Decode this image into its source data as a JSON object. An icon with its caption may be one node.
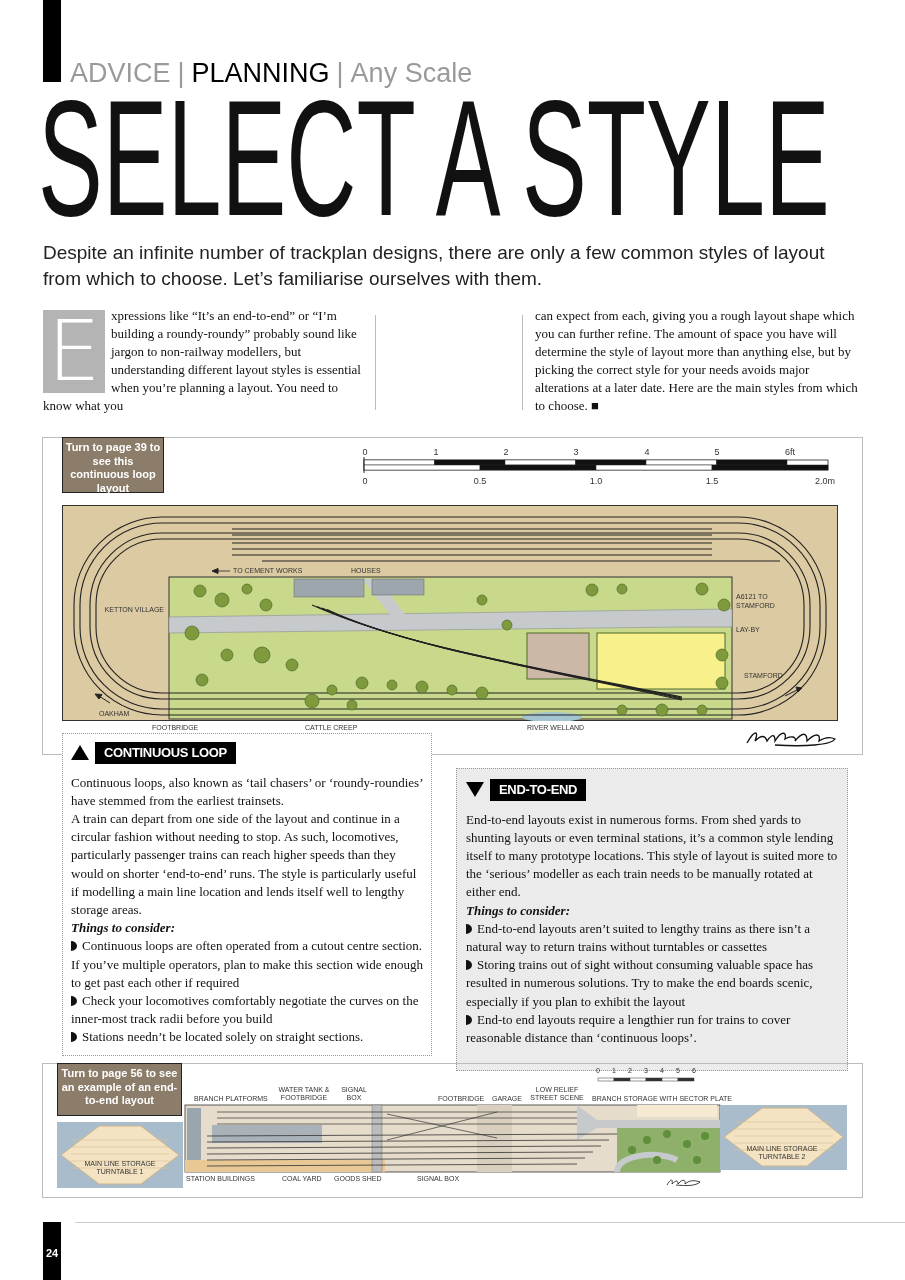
{
  "diagram": {
    "title": "SELECT A STYLE",
    "nodes": [
      {
        "text": [
          "Turn to page 39 to see this continuous loop layout"
        ]
      },
      {
        "text": [
          "CONTINUOUS LOOP",
          "Continuous loops, also known as ‘tail chasers’ or ‘roundy-roundies’ have stemmed from the earliest trainsets.",
          "A train can depart from one side of the layout and continue in a circular fashion without needing to stop. As such, locomotives, particularly passenger trains can reach higher speeds than they would on shorter ‘end-to-end’ runs. The style is particularly useful if modelling a main line location and lends itself well to lengthy storage areas.",
          "Things to consider:",
          "Continuous loops are often operated from a cutout centre section. If you’ve multiple operators, plan to make this section wide enough to get past each other if required",
          "Check your locomotives comfortably negotiate the curves on the inner-most track radii before you build",
          "Stations needn’t be located solely on straight sections."
        ]
      },
      {
        "text": [
          "END-TO-END",
          "End-to-end layouts exist in numerous forms. From shed yards to shunting layouts or even terminal stations, it’s a common style lending itself to many prototype locations. This style of layout is suited more to the ‘serious’ modeller as each train needs to be manually rotated at either end.",
          "Things to consider:",
          "End-to-end layouts aren’t suited to lengthy trains as there isn’t a natural way to return trains without turntables or cassettes",
          "Storing trains out of sight without consuming valuable space has resulted in numerous solutions. Try to make the end boards scenic, especially if you plan to exhibit the layout",
          "End-to end layouts require a lengthier run for trains to cover reasonable distance than ‘continuous loops’."
        ]
      },
      {
        "text": [
          "Turn to page 56 to see an example of an end-to-end layout"
        ]
      }
    ],
    "labels": [
      "ADVICE",
      "|",
      "PLANNING",
      "|",
      "Any Scale",
      "Despite an infinite number of trackplan designs, there are only a few common styles of layout from which to choose. Let’s familiarise ourselves with them.",
      "E",
      "xpressions like “It’s an end-to-end” or “I’m building a roundy-roundy” probably sound like jargon to non-railway modellers, but understanding different layout styles is essential when you’re planning a layout. You need to know what you",
      "can expect from each, giving you a rough layout shape which you can further refine. The amount of space you have will determine the style of layout more than anything else, but by picking the correct style for your needs avoids major alterations at a later date. Here are the main styles from which to choose. ■",
      "0",
      "1",
      "2",
      "3",
      "4",
      "5",
      "6ft",
      "0",
      "0.5",
      "1.0",
      "1.5",
      "2.0m",
      "TO CEMENT WORKS",
      "HOUSES",
      "KETTON VILLAGE",
      "A6121 TO STAMFORD",
      "LAY-BY",
      "STAMFORD",
      "OAKHAM",
      "FOOTBRIDGE",
      "CATTLE CREEP",
      "RIVER WELLAND",
      "0",
      "1",
      "2",
      "3",
      "4",
      "5",
      "6",
      "BRANCH PLATFORMS",
      "WATER TANK & FOOTBRIDGE",
      "SIGNAL BOX",
      "FOOTBRIDGE",
      "GARAGE",
      "LOW RELIEF STREET SCENE",
      "BRANCH STORAGE WITH SECTOR PLATE",
      "MAIN LINE STORAGE TURNTABLE 1",
      "MAIN LINE STORAGE TURNTABLE 2",
      "STATION BUILDINGS",
      "COAL YARD",
      "GOODS SHED",
      "SIGNAL BOX",
      "24"
    ]
  }
}
